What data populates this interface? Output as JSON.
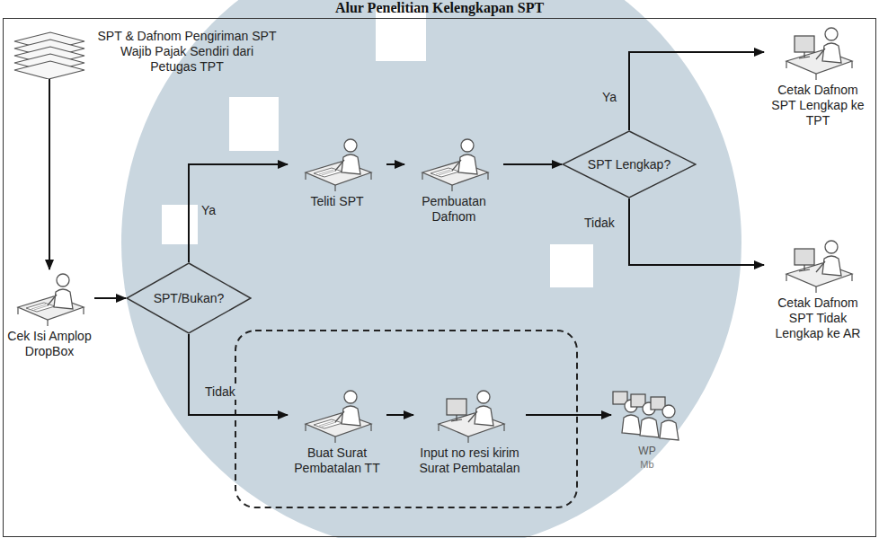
{
  "diagram": {
    "title": "Alur Penelitian Kelengkapan SPT",
    "nodes": [
      {
        "text": [
          "SPT & Dafnom Pengiriman SPT Wajib Pajak Sendiri dari Petugas TPT"
        ]
      },
      {
        "text": [
          "Cek Isi Amplop DropBox"
        ]
      },
      {
        "text": [
          "SPT/Bukan?"
        ]
      },
      {
        "text": [
          "Teliti SPT"
        ]
      },
      {
        "text": [
          "Pembuatan Dafnom"
        ]
      },
      {
        "text": [
          "SPT Lengkap?"
        ]
      },
      {
        "text": [
          "Cetak Dafnom SPT Lengkap ke TPT"
        ]
      },
      {
        "text": [
          "Cetak Dafnom SPT Tidak Lengkap ke AR"
        ]
      },
      {
        "text": [
          "Buat Surat Pembatalan TT"
        ]
      },
      {
        "text": [
          "Input no resi kirim Surat Pembatalan"
        ]
      },
      {
        "text": [
          "WP",
          "Mb"
        ]
      }
    ],
    "edges": [
      {
        "from": 0,
        "to": 1,
        "arrow": "to"
      },
      {
        "from": 1,
        "to": 2,
        "arrow": "to"
      },
      {
        "from": 2,
        "to": 3,
        "label": "Ya",
        "arrow": "to"
      },
      {
        "from": 3,
        "to": 4,
        "arrow": "to"
      },
      {
        "from": 4,
        "to": 5,
        "arrow": "to"
      },
      {
        "from": 5,
        "to": 6,
        "label": "Ya",
        "arrow": "to"
      },
      {
        "from": 5,
        "to": 7,
        "label": "Tidak",
        "arrow": "to"
      },
      {
        "from": 2,
        "to": 8,
        "label": "Tidak",
        "arrow": "to"
      },
      {
        "from": 8,
        "to": 9,
        "arrow": "to"
      },
      {
        "from": 9,
        "to": 10,
        "arrow": "to"
      }
    ]
  }
}
